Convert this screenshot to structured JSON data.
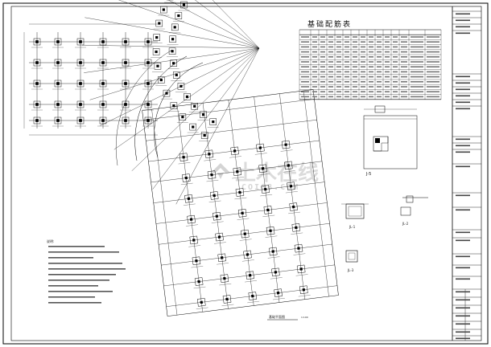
{
  "drawing": {
    "table_title": "基础配筋表",
    "plan_title": "基础平面图",
    "plan_scale": "1:100",
    "notes_heading": "说明:",
    "detail_titles": [
      "J-5",
      "JL-1",
      "JL-2",
      "JL-3"
    ],
    "watermark_cn": "土木在线",
    "watermark_en": "COI88.COM"
  }
}
